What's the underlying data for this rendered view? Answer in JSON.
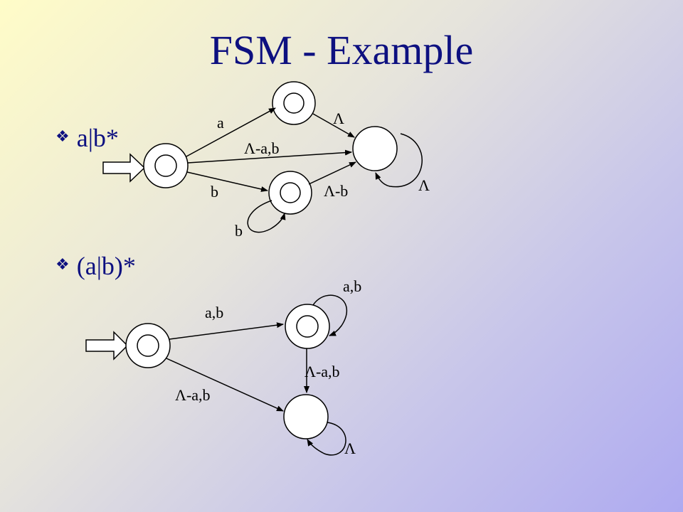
{
  "title": "FSM - Example",
  "bullet_icon": "diamond-bullet-icon",
  "bullets": [
    "a|b*",
    "(a|b)*"
  ],
  "diagram1": {
    "labels": {
      "a": "a",
      "lambda_top": "Λ",
      "lambda_ab": "Λ-a,b",
      "b_mid": "b",
      "lambda_b": "Λ-b",
      "lambda_loop": "Λ",
      "b_loop": "b"
    }
  },
  "diagram2": {
    "labels": {
      "ab_top": "a,b",
      "ab_loop": "a,b",
      "lambda_ab_right": "Λ-a,b",
      "lambda_ab_left": "Λ-a,b",
      "lambda_loop": "Λ"
    }
  }
}
